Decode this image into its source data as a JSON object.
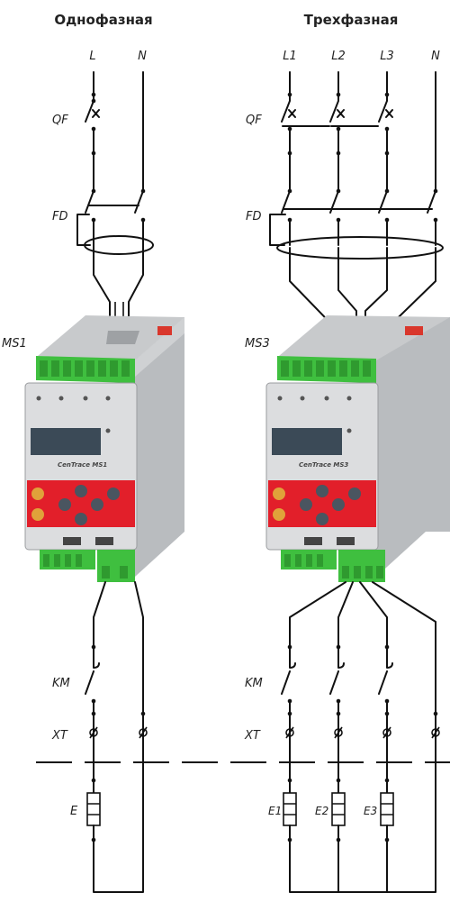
{
  "single_phase": {
    "title": "Однофазная",
    "line_l": "L",
    "line_n": "N",
    "breaker": "QF",
    "rcd": "FD",
    "controller": "MS1",
    "contactor": "KM",
    "terminal": "XT",
    "heater": "E"
  },
  "three_phase": {
    "title": "Трехфазная",
    "line_l1": "L1",
    "line_l2": "L2",
    "line_l3": "L3",
    "line_n": "N",
    "breaker": "QF",
    "rcd": "FD",
    "controller": "MS3",
    "contactor": "KM",
    "terminal": "XT",
    "heater_1": "E1",
    "heater_2": "E2",
    "heater_3": "E3"
  },
  "device": {
    "brand_ms1": "CenTrace MS1",
    "brand_ms3": "CenTrace MS3",
    "front_color": "#e21f2a",
    "terminal_color": "#3fbf3f"
  }
}
